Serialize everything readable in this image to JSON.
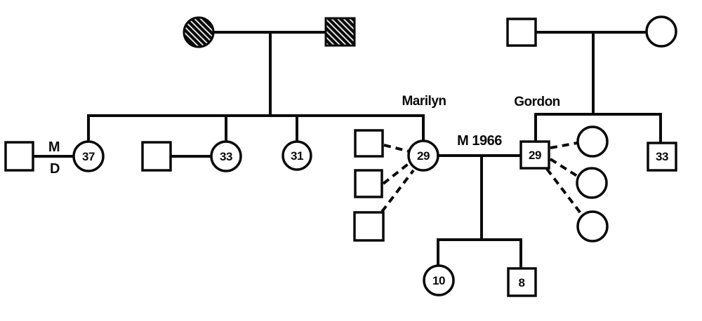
{
  "genogram": {
    "labels": {
      "marilyn": "Marilyn",
      "gordon": "Gordon",
      "marriage_year": "M 1966",
      "married": "M",
      "divorced": "D"
    },
    "ages": {
      "sister_37": "37",
      "sister_33": "33",
      "sister_31": "31",
      "marilyn": "29",
      "gordon": "29",
      "gordon_brother": "33",
      "daughter": "10",
      "son": "8"
    },
    "colors": {
      "line": "#0a0a0a",
      "background": "#ffffff"
    }
  }
}
